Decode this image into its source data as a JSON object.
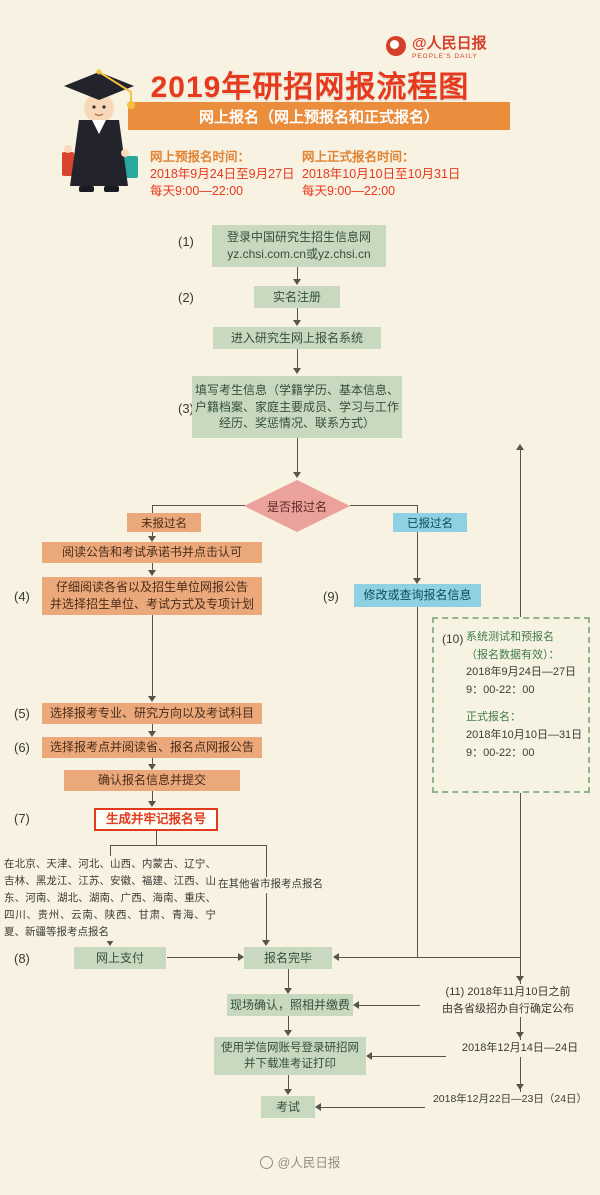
{
  "colors": {
    "brand_red": "#e6391e",
    "banner_orange": "#ea8d3d",
    "green_box": "#c9d9c0",
    "orange_box": "#eaa87b",
    "blue_box": "#8ed1e2",
    "diamond_pink": "#eba19c",
    "background": "#f8f2e2"
  },
  "header": {
    "brand_line": "@人民日报",
    "brand_sub": "PEOPLE'S DAILY",
    "title": "2019年研招网报流程图",
    "banner": "网上报名（网上预报名和正式报名）",
    "pre_label": "网上预报名时间：",
    "pre_line1": "2018年9月24日至9月27日",
    "pre_line2": "每天9:00—22:00",
    "official_label": "网上正式报名时间：",
    "official_line1": "2018年10月10日至10月31日",
    "official_line2": "每天9:00—22:00"
  },
  "flow": {
    "n1": "(1)",
    "login": "登录中国研究生招生信息网\nyz.chsi.com.cn或yz.chsi.cn",
    "n2": "(2)",
    "register": "实名注册",
    "enter": "进入研究生网上报名系统",
    "n3": "(3)",
    "fill": "填写考生信息（学籍学历、基本信息、户籍档案、家庭主要成员、学习与工作经历、奖惩情况、联系方式）",
    "decision": "是否报过名",
    "branch_no": "未报过名",
    "branch_yes": "已报过名",
    "read": "阅读公告和考试承诺书并点击认可",
    "n4": "(4)",
    "unit": "仔细阅读各省以及招生单位网报公告\n并选择招生单位、考试方式及专项计划",
    "n9": "(9)",
    "modify": "修改或查询报名信息",
    "n5": "(5)",
    "major": "选择报考专业、研究方向以及考试科目",
    "n6": "(6)",
    "point": "选择报考点并阅读省、报名点网报公告",
    "confirm": "确认报名信息并提交",
    "n7": "(7)",
    "gen": "生成并牢记报名号",
    "provinces": "在北京、天津、河北、山西、内蒙古、辽宁、吉林、黑龙江、江苏、安徽、福建、江西、山东、河南、湖北、湖南、广西、海南、重庆、四川、贵州、云南、陕西、甘肃、青海、宁夏、新疆等报考点报名",
    "others": "在其他省市报考点报名",
    "n8": "(8)",
    "pay": "网上支付",
    "done": "报名完毕",
    "onsite": "现场确认，照相并缴费",
    "download": "使用学信网账号登录研招网\n并下载准考证打印",
    "exam": "考试"
  },
  "side": {
    "n10": "(10)",
    "box10_l1": "系统测试和预报名",
    "box10_l2": "（报名数据有效）：",
    "box10_d1": "2018年9月24日—27日",
    "box10_t1": "9：00-22：00",
    "box10_l3": "正式报名：",
    "box10_d2": "2018年10月10日—31日",
    "box10_t2": "9：00-22：00",
    "n11": "(11)",
    "date1_l1": "2018年11月10日之前",
    "date1_l2": "由各省级招办自行确定公布",
    "date2": "2018年12月14日—24日",
    "date3": "2018年12月22日—23日（24日）"
  },
  "footer": {
    "credit": "@人民日报"
  }
}
